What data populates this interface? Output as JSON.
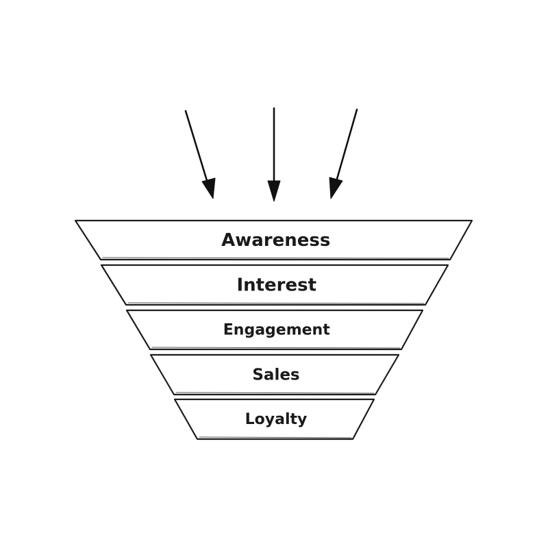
{
  "diagram": {
    "type": "funnel",
    "stages": [
      {
        "label": "Awareness"
      },
      {
        "label": "Interest"
      },
      {
        "label": "Engagement"
      },
      {
        "label": "Sales"
      },
      {
        "label": "Loyalty"
      }
    ],
    "incoming_arrows": 3,
    "colors": {
      "line": "#1c1c1c",
      "text": "#1a1a1a",
      "background": "#ffffff"
    }
  }
}
